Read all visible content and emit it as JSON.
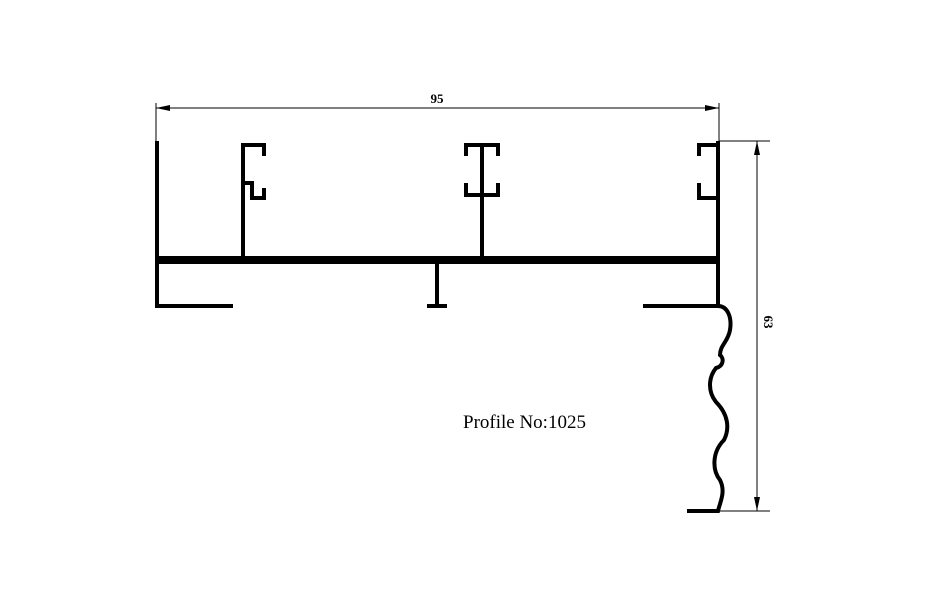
{
  "drawing": {
    "width_dimension": "95",
    "height_dimension": "63",
    "profile_label": "Profile No:1025",
    "stroke_color": "#000000",
    "background_color": "#ffffff"
  }
}
